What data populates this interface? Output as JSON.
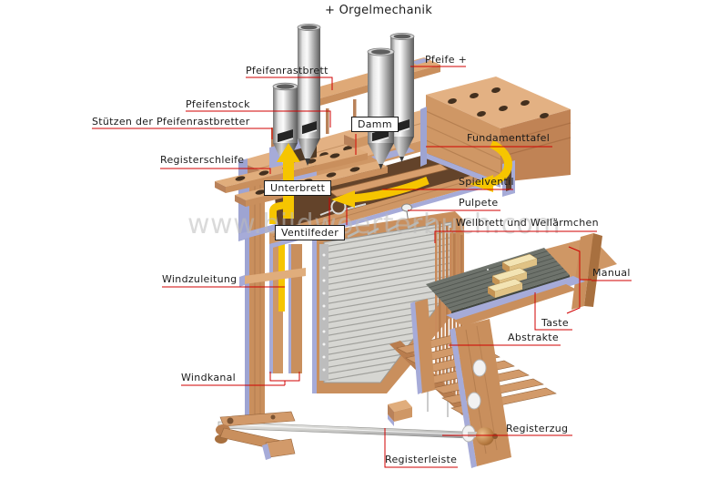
{
  "title": "+ Orgelmechanik",
  "watermark": "www.bildwoerterbuch.com",
  "labels": {
    "pfeifenrastbrett": "Pfeifenrastbrett",
    "pfeife": "Pfeife +",
    "pfeifenstock": "Pfeifenstock",
    "stuetzen_der_pfeifenrastbretter": "Stützen der Pfeifenrastbretter",
    "damm": "Damm",
    "fundamenttafel": "Fundamenttafel",
    "registerschleife": "Registerschleife",
    "spielventil": "Spielventil",
    "unterbrett": "Unterbrett",
    "pulpete": "Pulpete",
    "wellbrett_und_wellaermchen": "Wellbrett und Wellärmchen",
    "ventilfeder": "Ventilfeder",
    "manual": "Manual",
    "windzuleitung": "Windzuleitung",
    "taste": "Taste",
    "abstrakte": "Abstrakte",
    "windkanal": "Windkanal",
    "registerzug": "Registerzug",
    "registerleiste": "Registerleiste"
  },
  "colors": {
    "label_line": "#d10000",
    "label_text": "#1a1a1a",
    "wood_front": "#cf9765",
    "wood_top": "#e3b183",
    "wood_streak": "#a06c40",
    "accent_lavender": "#a6abd8",
    "airflow_yellow": "#f6c500",
    "pipe_metal": "#d9d9d9",
    "key_gray": "#6e736c",
    "sharp_cream": "#f3e4b4",
    "watermark_gray": "#bdbdbd"
  }
}
